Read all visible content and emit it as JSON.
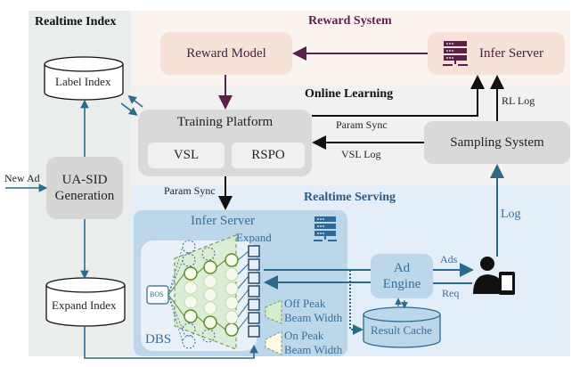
{
  "sections": {
    "realtime_index": {
      "title": "Realtime Index",
      "color": "#e9eeec"
    },
    "reward_system": {
      "title": "Reward System",
      "color": "#fbf3ee"
    },
    "online_learning": {
      "title": "Online Learning",
      "color": "#f1f1f1"
    },
    "realtime_serving": {
      "title": "Realtime Serving",
      "color": "#e3eef9"
    }
  },
  "nodes": {
    "label_index": "Label Index",
    "expand_index": "Expand Index",
    "ua_sid_generation_line1": "UA-SID",
    "ua_sid_generation_line2": "Generation",
    "reward_model": "Reward Model",
    "reward_infer_server": "Infer Server",
    "training_platform": "Training Platform",
    "vsl": "VSL",
    "rspo": "RSPO",
    "sampling_system": "Sampling System",
    "serving_infer_server": "Infer Server",
    "expand": "Expand",
    "bos": "BOS",
    "dbs": "DBS",
    "off_peak_line1": "Off Peak",
    "off_peak_line2": "Beam Width",
    "on_peak_line1": "On Peak",
    "on_peak_line2": "Beam Width",
    "ad_engine_line1": "Ad",
    "ad_engine_line2": "Engine",
    "result_cache": "Result Cache"
  },
  "edges": {
    "new_ad": "New Ad",
    "param_sync_top": "Param Sync",
    "vsl_log": "VSL Log",
    "rl_log": "RL Log",
    "param_sync_down": "Param Sync",
    "log": "Log",
    "ads": "Ads",
    "req": "Req"
  },
  "icons": {
    "reward_server": "server-icon",
    "serving_server": "server-icon",
    "user": "user-with-phone-icon"
  },
  "colors": {
    "reward_accent": "#5a1f4a",
    "serving_accent": "#2c6a8a",
    "serving_text": "#3b6e96",
    "black": "#111111",
    "neural_green": "#5a8a2a"
  }
}
